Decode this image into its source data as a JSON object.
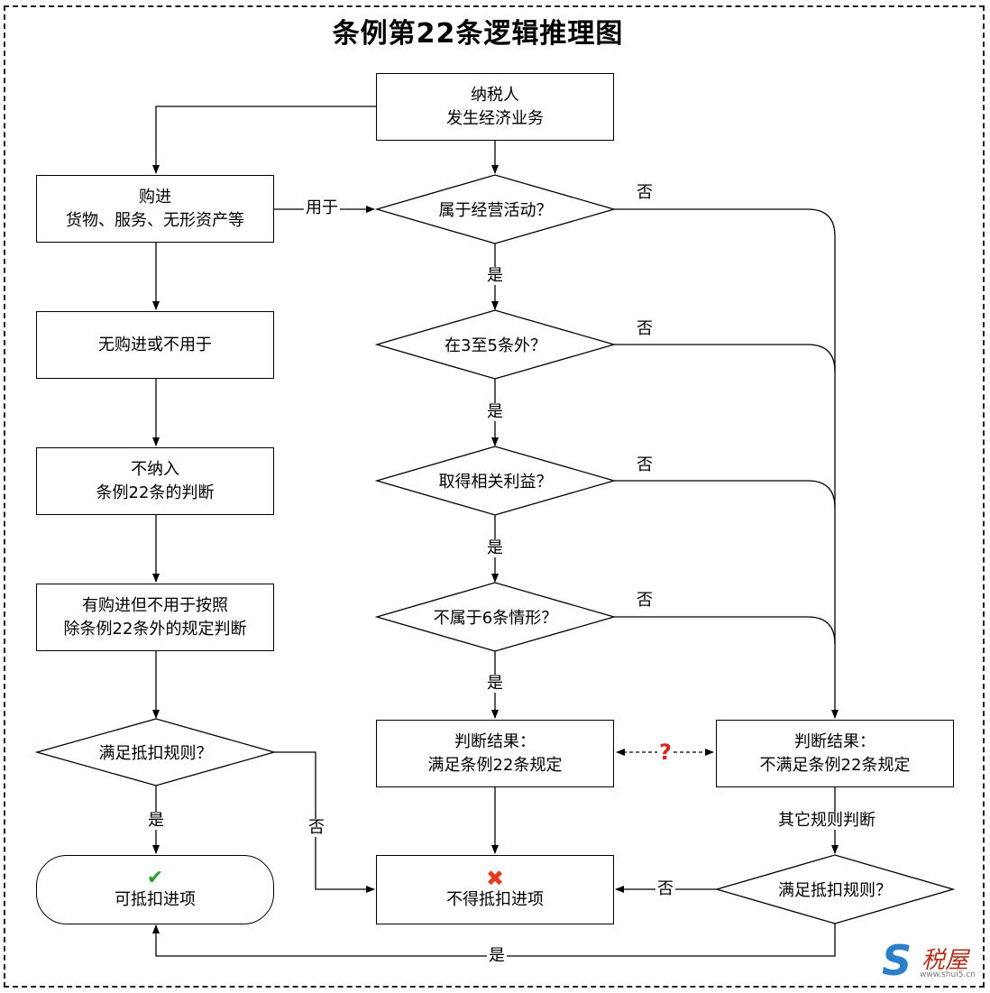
{
  "title": "条例第22条逻辑推理图",
  "nodes": {
    "start": [
      "纳税人",
      "发生经济业务"
    ],
    "purchase": [
      "购进",
      "货物、服务、无形资产等"
    ],
    "no_purchase": [
      "无购进或不用于"
    ],
    "not_included": [
      "不纳入",
      "条例22条的判断"
    ],
    "other_rules": [
      "有购进但不用于按照",
      "除条例22条外的规定判断"
    ],
    "q_left_deduct": "满足抵扣规则？",
    "q_business": "属于经营活动？",
    "q_outside_3_5": "在3至5条外？",
    "q_benefit": "取得相关利益？",
    "q_not_6": "不属于6条情形？",
    "result_satisfy": [
      "判断结果：",
      "满足条例22条规定"
    ],
    "result_not_satisfy": [
      "判断结果：",
      "不满足条例22条规定"
    ],
    "q_right_deduct": "满足抵扣规则？",
    "deductible": "可抵扣进项",
    "non_deductible": "不得抵扣进项"
  },
  "edge_labels": {
    "used_for": "用于",
    "no": "否",
    "yes": "是",
    "other_rule_judgment": "其它规则判断",
    "question_mark": "?"
  },
  "icons": {
    "deductible": "check-icon",
    "non_deductible": "cross-icon"
  },
  "colors": {
    "check": "#2e9e2e",
    "cross": "#e53a1e",
    "question": "#d42a1c",
    "line": "#000000"
  },
  "watermark": {
    "brand": "税屋",
    "url": "www.shui5.cn"
  }
}
